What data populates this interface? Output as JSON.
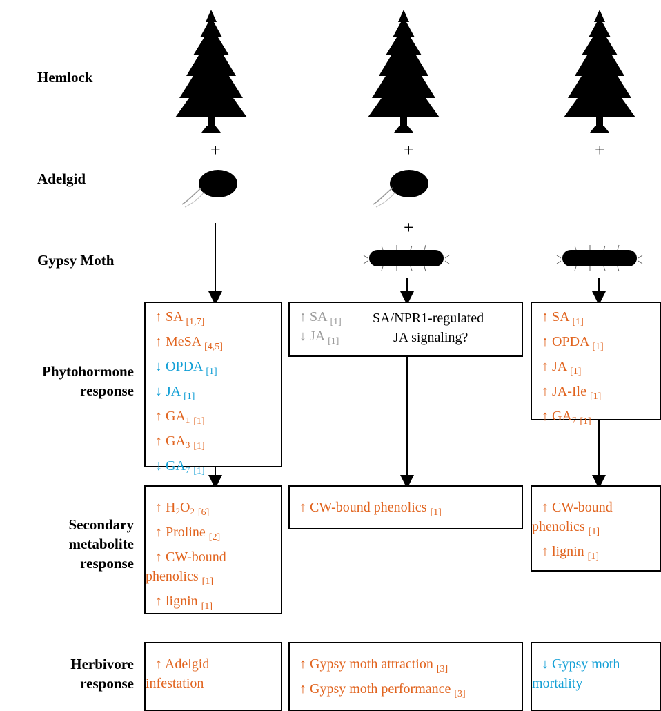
{
  "rows": {
    "hemlock": "Hemlock",
    "adelgid": "Adelgid",
    "gypsy_moth": "Gypsy Moth",
    "phytohormone": [
      "Phytohormone",
      "response"
    ],
    "secondary": [
      "Secondary",
      "metabolite",
      "response"
    ],
    "herbivore": [
      "Herbivore",
      "response"
    ]
  },
  "plus": "+",
  "col1": {
    "phyto": [
      {
        "dir": "↑",
        "text": "SA",
        "ref": "[1,7]"
      },
      {
        "dir": "↑",
        "text": "MeSA",
        "ref": "[4,5]"
      },
      {
        "dir": "↓",
        "text": "OPDA",
        "ref": "[1]"
      },
      {
        "dir": "↓",
        "text": "JA",
        "ref": "[1]"
      },
      {
        "dir": "↑",
        "text": "GA",
        "sub": "1",
        "ref": "[1]"
      },
      {
        "dir": "↑",
        "text": "GA",
        "sub": "3",
        "ref": "[1]"
      },
      {
        "dir": "↓",
        "text": "GA",
        "sub": "7",
        "ref": "[1]"
      }
    ],
    "secondary": {
      "h2o2": {
        "dir": "↑",
        "h": "H",
        "sub1": "2",
        "o": "O",
        "sub2": "2",
        "ref": "[6]"
      },
      "proline": {
        "dir": "↑",
        "text": "Proline",
        "ref": "[2]"
      },
      "cw1": {
        "dir": "↑",
        "text": "CW-bound"
      },
      "cw2": {
        "text": "phenolics",
        "ref": "[1]"
      },
      "lignin": {
        "dir": "↑",
        "text": "lignin",
        "ref": "[1]"
      }
    },
    "herbivore": {
      "dir": "↑",
      "line1": "Adelgid",
      "line2": "infestation"
    }
  },
  "col2": {
    "phyto": [
      {
        "dir": "↑",
        "text": "SA",
        "ref": "[1]"
      },
      {
        "dir": "↓",
        "text": "JA",
        "ref": "[1]"
      }
    ],
    "note": [
      "SA/NPR1-regulated",
      "JA signaling?"
    ],
    "secondary": {
      "dir": "↑",
      "text": "CW-bound phenolics",
      "ref": "[1]"
    },
    "herbivore": [
      {
        "dir": "↑",
        "text": "Gypsy moth attraction",
        "ref": "[3]"
      },
      {
        "dir": "↑",
        "text": "Gypsy moth performance",
        "ref": "[3]"
      }
    ]
  },
  "col3": {
    "phyto": [
      {
        "dir": "↑",
        "text": "SA",
        "ref": "[1]"
      },
      {
        "dir": "↑",
        "text": "OPDA",
        "ref": "[1]"
      },
      {
        "dir": "↑",
        "text": "JA",
        "ref": "[1]"
      },
      {
        "dir": "↑",
        "text": "JA-Ile",
        "ref": "[1]"
      },
      {
        "dir": "↑",
        "text": "GA",
        "sub": "7",
        "ref": "[1]"
      }
    ],
    "secondary": {
      "cw1": {
        "dir": "↑",
        "text": "CW-bound"
      },
      "cw2": {
        "text": "phenolics",
        "ref": "[1]"
      },
      "lignin": {
        "dir": "↑",
        "text": "lignin",
        "ref": "[1]"
      }
    },
    "herbivore": {
      "dir": "↓",
      "line1": "Gypsy moth",
      "line2": "mortality"
    }
  },
  "colors": {
    "up": "#e1641f",
    "down": "#14a0d6",
    "neutral": "#9b9b9b"
  },
  "icons": [
    "hemlock-tree-icon",
    "adelgid-insect-icon",
    "gypsy-moth-caterpillar-icon"
  ]
}
